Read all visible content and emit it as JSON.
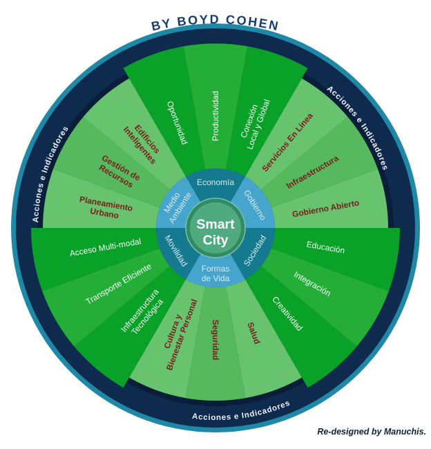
{
  "title": "BY BOYD COHEN",
  "credit": "Re-designed by Manuchis.",
  "hub": {
    "lines": [
      "Smart",
      "City"
    ]
  },
  "ring_label": "Acciones e Indicadores",
  "ring_label_placements": [
    "top-right",
    "left",
    "bottom"
  ],
  "colors": {
    "navy": "#0E2A4D",
    "navy_shadow": "#0A1E3A",
    "rim_teal": "#1E88A6",
    "wedge_dark": [
      "#09A127",
      "#24AE38"
    ],
    "wedge_medium": [
      "#56B95E",
      "#68C36F"
    ],
    "inner_dark": "#15798F",
    "inner_light": "#45A5CC",
    "hub_ring": "#2E8B64",
    "hub_fill": "#4FAB7F",
    "hub_outline": "#7FC2A3",
    "text_white": "#F6FBF6",
    "text_maroon": "#7B1D1D",
    "ring_text": "#EDF1F7",
    "inner_text": "#D8E9ED",
    "title_color": "#173C6C",
    "credit_color": "#0F2433"
  },
  "categories": [
    {
      "label_lines": [
        "Economía"
      ],
      "tier": "dark",
      "children": [
        [
          "Oportunidad"
        ],
        [
          "Productividad"
        ],
        [
          "Conexión",
          "Local y Global"
        ]
      ]
    },
    {
      "label_lines": [
        "Gobierno"
      ],
      "tier": "medium",
      "children": [
        [
          "Servicios En Línea"
        ],
        [
          "Infraestructura"
        ],
        [
          "Gobierno Abierto"
        ]
      ]
    },
    {
      "label_lines": [
        "Sociedad"
      ],
      "tier": "dark",
      "children": [
        [
          "Educación"
        ],
        [
          "Integración"
        ],
        [
          "Creatividad"
        ]
      ]
    },
    {
      "label_lines": [
        "Formas",
        "de Vida"
      ],
      "tier": "medium",
      "children": [
        [
          "Salud"
        ],
        [
          "Seguridad"
        ],
        [
          "Cultura y",
          "Bienestar Personal"
        ]
      ]
    },
    {
      "label_lines": [
        "Movilidad"
      ],
      "tier": "dark",
      "children": [
        [
          "Infraestructura",
          "Tecnológica"
        ],
        [
          "Transporte Eficiente"
        ],
        [
          "Acceso Multi-modal"
        ]
      ]
    },
    {
      "label_lines": [
        "Medio",
        "Ambiente"
      ],
      "tier": "medium",
      "children": [
        [
          "Planeamiento",
          "Urbano"
        ],
        [
          "Gestión de",
          "Recursos"
        ],
        [
          "Edificios",
          "Inteligentes"
        ]
      ]
    }
  ]
}
